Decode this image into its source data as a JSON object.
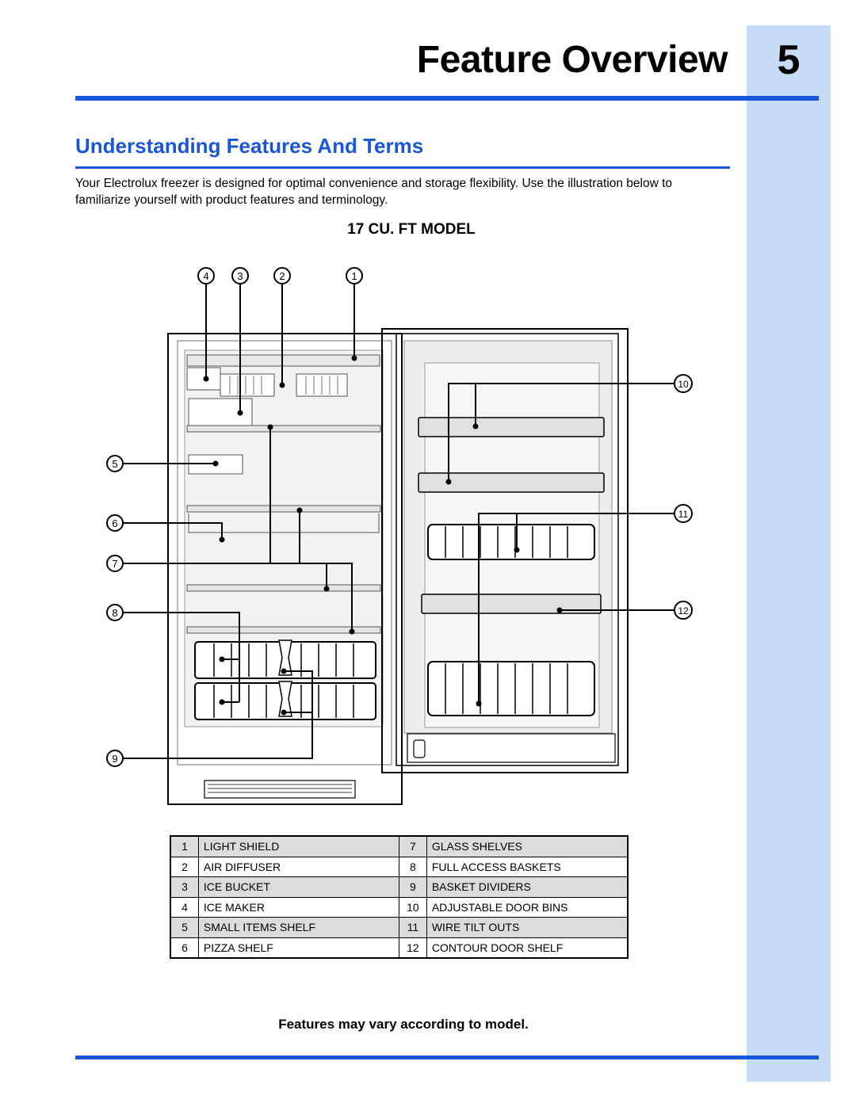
{
  "page": {
    "number": "5",
    "title": "Feature Overview"
  },
  "section": {
    "title": "Understanding Features And Terms",
    "intro": "Your Electrolux freezer is designed for optimal convenience and storage flexibility. Use the illustration below to familiarize yourself with product features and terminology.",
    "model_title": "17 CU. FT MODEL"
  },
  "callouts": [
    "1",
    "2",
    "3",
    "4",
    "5",
    "6",
    "7",
    "8",
    "9",
    "10",
    "11",
    "12"
  ],
  "legend": [
    {
      "left_num": "1",
      "left_label": "LIGHT SHIELD",
      "right_num": "7",
      "right_label": "GLASS SHELVES"
    },
    {
      "left_num": "2",
      "left_label": "AIR DIFFUSER",
      "right_num": "8",
      "right_label": "FULL ACCESS BASKETS"
    },
    {
      "left_num": "3",
      "left_label": "ICE BUCKET",
      "right_num": "9",
      "right_label": "BASKET DIVIDERS"
    },
    {
      "left_num": "4",
      "left_label": "ICE MAKER",
      "right_num": "10",
      "right_label": "ADJUSTABLE DOOR BINS"
    },
    {
      "left_num": "5",
      "left_label": "SMALL ITEMS SHELF",
      "right_num": "11",
      "right_label": "WIRE TILT OUTS"
    },
    {
      "left_num": "6",
      "left_label": "PIZZA SHELF",
      "right_num": "12",
      "right_label": "CONTOUR DOOR SHELF"
    }
  ],
  "note": "Features may vary according to model.",
  "colors": {
    "accent": "#1a56d9",
    "side_band": "#c6dcf6",
    "table_shade": "#dcdcdc"
  }
}
